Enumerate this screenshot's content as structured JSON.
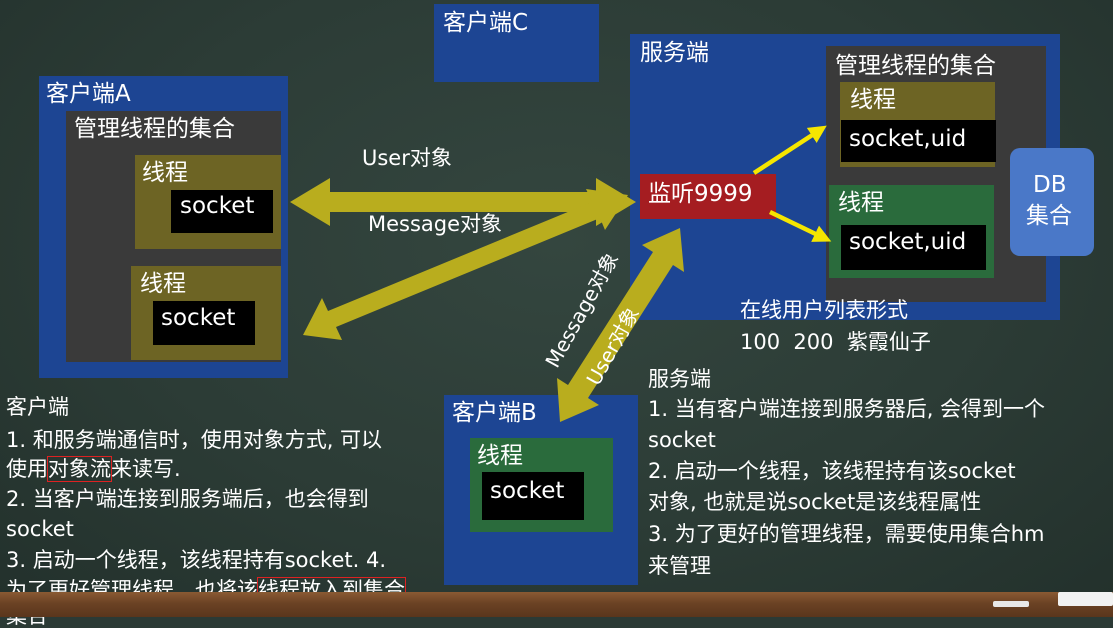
{
  "client_c": {
    "title": "客户端C"
  },
  "client_a": {
    "title": "客户端A",
    "collection": "管理线程的集合",
    "thread1": {
      "label": "线程",
      "socket": "socket"
    },
    "thread2": {
      "label": "线程",
      "socket": "socket"
    }
  },
  "server": {
    "title": "服务端",
    "collection": "管理线程的集合",
    "thread1": {
      "label": "线程",
      "socket": "socket,uid"
    },
    "thread2": {
      "label": "线程",
      "socket": "socket,uid"
    },
    "listen": "监听9999",
    "online_list_title": "在线用户列表形式",
    "online_list_row": "100  200  紫霞仙子"
  },
  "db": {
    "line1": "DB",
    "line2": "集合"
  },
  "client_b": {
    "title": "客户端B",
    "thread": "线程",
    "socket": "socket"
  },
  "arrows": {
    "user_obj": "User对象",
    "message_obj": "Message对象",
    "message_obj_rot": "Message对象",
    "user_obj_rot": "User对象"
  },
  "notes_client": {
    "heading": "客户端",
    "l1": "1. 和服务端通信时，使用对象方式, 可以",
    "l2a": "使用",
    "l2b": "对象流",
    "l2c": "来读写.",
    "l3": "2. 当客户端连接到服务端后，也会得到",
    "l4": "socket",
    "l5": "3. 启动一个线程，该线程持有socket. 4.",
    "l6a": "为了更好管理线程，也将该",
    "l6b": "线程放入到集合",
    "l7": "集合"
  },
  "notes_server": {
    "heading": "服务端",
    "l1": "1. 当有客户端连接到服务器后, 会得到一个",
    "l2": "socket",
    "l3": "2. 启动一个线程，该线程持有该socket",
    "l4": "对象, 也就是说socket是该线程属性",
    "l5": "3. 为了更好的管理线程，需要使用集合hm",
    "l6": "来管理"
  },
  "colors": {
    "board": "#2c3c36",
    "box_blue": "#1d4593",
    "arrow_olive": "#b9ad1e",
    "arrow_yellow": "#f5e600",
    "listen_red": "#a51d21",
    "db_blue": "#4a78c8"
  }
}
